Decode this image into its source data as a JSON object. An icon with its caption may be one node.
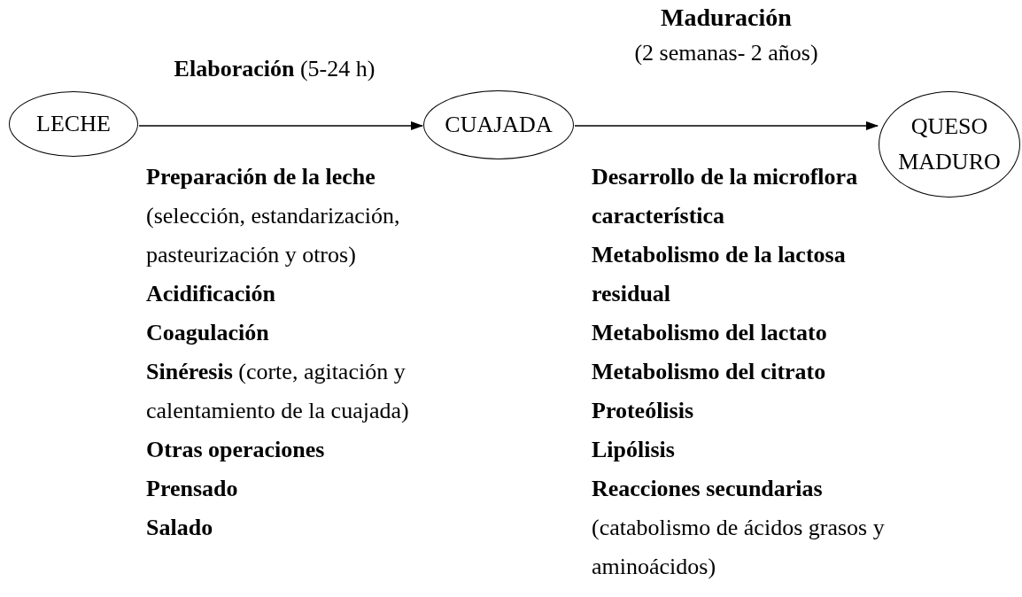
{
  "diagram": {
    "nodes": [
      {
        "text": [
          "LECHE"
        ]
      },
      {
        "text": [
          "CUAJADA"
        ]
      },
      {
        "text": [
          "QUESO MADURO"
        ]
      }
    ],
    "edges": [
      {
        "from": 0,
        "to": 1,
        "arrow": "to",
        "label": "**Elaboración** (5-24 h)"
      },
      {
        "from": 1,
        "to": 2,
        "arrow": "to",
        "label": "**Maduración** (2 semanas- 2 años)"
      }
    ],
    "labels": [
      "**Preparación de la leche** (selección, estandarización, pasteurización y otros)",
      "Acidificación",
      "Coagulación",
      "**Sinéresis** (corte, agitación y calentamiento de la cuajada)",
      "Otras operaciones",
      "Prensado",
      "Salado",
      "Desarrollo de la microflora característica",
      "Metabolismo de la lactosa residual",
      "Metabolismo del lactato",
      "Metabolismo del citrato",
      "Proteólisis",
      "Lipólisis",
      "**Reacciones secundarias** (catabolismo de ácidos grasos y aminoácidos)"
    ]
  }
}
